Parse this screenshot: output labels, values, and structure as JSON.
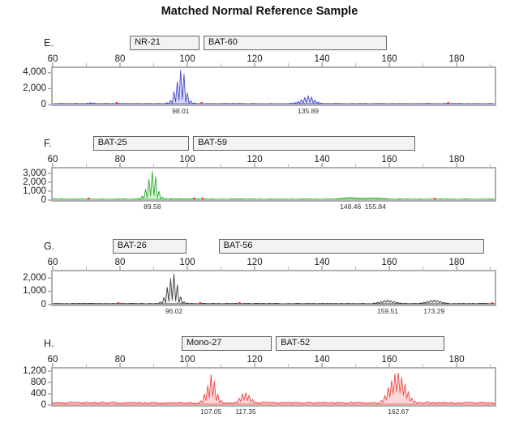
{
  "title": "Matched Normal Reference Sample",
  "x_axis": {
    "min": 60,
    "max": 191.3,
    "major_ticks": [
      60,
      80,
      100,
      120,
      140,
      160,
      180
    ],
    "minor_ticks": [
      70,
      90,
      110,
      130,
      150,
      170,
      190
    ]
  },
  "palette": {
    "blue": "#4949cf",
    "green": "#2fae2f",
    "black": "#3c3c3c",
    "red": "#ee4b4b",
    "artifact_dot": "#ff1f1f"
  },
  "chart_data": [
    {
      "type": "area",
      "panel_label": "E.",
      "dye": "blue",
      "color": "#4949cf",
      "fill": "rgba(110,110,225,0.28)",
      "markers": [
        {
          "name": "NR-21",
          "range": [
            82.9,
            103.6
          ]
        },
        {
          "name": "BAT-60",
          "range": [
            104.8,
            159.3
          ]
        }
      ],
      "y_axis": {
        "ticks": [
          0,
          2000,
          4000
        ],
        "tick_labels": [
          "0",
          "2,000",
          "4,000"
        ],
        "max": 4600
      },
      "peaks": [
        {
          "label": "98.01",
          "x0": 94.01,
          "spacing": 1,
          "valley": 0.15,
          "heights": [
            130,
            450,
            1600,
            2900,
            4400,
            3900,
            1400,
            380,
            110
          ]
        },
        {
          "label": "135.89",
          "x0": 130.89,
          "spacing": 1,
          "valley": 0.2,
          "heights": [
            80,
            150,
            300,
            520,
            820,
            1060,
            900,
            480,
            230,
            90
          ]
        },
        {
          "label": "",
          "x0": 70.3,
          "spacing": 1,
          "valley": 0.4,
          "heights": [
            70,
            130,
            90
          ]
        }
      ],
      "artifact_dots": [
        79,
        104.2,
        177.5
      ],
      "noise_rfu": 40,
      "noise_floor": 0
    },
    {
      "type": "area",
      "panel_label": "F.",
      "dye": "green",
      "color": "#2fae2f",
      "fill": "rgba(100,210,100,0.22)",
      "markers": [
        {
          "name": "BAT-25",
          "range": [
            72.0,
            100.5
          ]
        },
        {
          "name": "BAT-59",
          "range": [
            101.7,
            167.6
          ]
        }
      ],
      "y_axis": {
        "ticks": [
          0,
          1000,
          2000,
          3000
        ],
        "tick_labels": [
          "0",
          "1,000",
          "2,000",
          "3,000"
        ],
        "max": 3550
      },
      "peaks": [
        {
          "label": "89.58",
          "x0": 85.58,
          "spacing": 1,
          "valley": 0.15,
          "heights": [
            110,
            380,
            1200,
            2400,
            3300,
            2700,
            950,
            260,
            80
          ]
        },
        {
          "label": "148.46",
          "x0": 143.46,
          "spacing": 1,
          "valley": 0.5,
          "heights": [
            45,
            75,
            115,
            175,
            235,
            255,
            225,
            185,
            155,
            135
          ]
        },
        {
          "label": "155.84",
          "x0": 152.84,
          "spacing": 1,
          "valley": 0.5,
          "heights": [
            145,
            165,
            185,
            205,
            170,
            140,
            100,
            60,
            35
          ]
        },
        {
          "label": "",
          "x0": 94.0,
          "spacing": 1.2,
          "valley": 0.6,
          "heights": [
            45,
            65,
            45,
            75,
            50,
            70,
            45,
            60,
            40
          ]
        }
      ],
      "artifact_dots": [
        70.7,
        102.0,
        104.5,
        173.5
      ],
      "noise_rfu": 45,
      "noise_floor": 0
    },
    {
      "type": "area",
      "panel_label": "G.",
      "dye": "black",
      "color": "#3c3c3c",
      "fill": "rgba(40,40,40,0.05)",
      "markers": [
        {
          "name": "BAT-26",
          "range": [
            77.8,
            99.8
          ]
        },
        {
          "name": "BAT-56",
          "range": [
            109.3,
            188.2
          ]
        }
      ],
      "y_axis": {
        "ticks": [
          0,
          1000,
          2000
        ],
        "tick_labels": [
          "0",
          "1,000",
          "2,000"
        ],
        "max": 2500
      },
      "peaks": [
        {
          "label": "96.02",
          "x0": 92.02,
          "spacing": 1,
          "valley": 0.15,
          "heights": [
            150,
            500,
            1300,
            2000,
            2350,
            1500,
            550,
            170,
            60
          ]
        },
        {
          "label": "159.51",
          "x0": 155.51,
          "spacing": 1,
          "valley": 0.45,
          "heights": [
            60,
            110,
            180,
            250,
            300,
            250,
            180,
            110,
            60
          ]
        },
        {
          "label": "173.29",
          "x0": 169.29,
          "spacing": 1,
          "valley": 0.45,
          "heights": [
            60,
            120,
            200,
            270,
            310,
            260,
            190,
            120,
            60
          ]
        }
      ],
      "artifact_dots": [
        79.5,
        103.8,
        115.5,
        190.5
      ],
      "noise_rfu": 40,
      "noise_floor": 0
    },
    {
      "type": "area",
      "panel_label": "H.",
      "dye": "red",
      "color": "#ee4b4b",
      "fill": "rgba(250,120,120,0.3)",
      "markers": [
        {
          "name": "Mono-27",
          "range": [
            98.3,
            125.1
          ]
        },
        {
          "name": "BAT-52",
          "range": [
            126.3,
            176.4
          ]
        }
      ],
      "y_axis": {
        "ticks": [
          0,
          400,
          800,
          1200
        ],
        "tick_labels": [
          "0",
          "400",
          "800",
          "1,200"
        ],
        "max": 1290
      },
      "peaks": [
        {
          "label": "107.05",
          "x0": 104.05,
          "spacing": 1,
          "valley": 0.3,
          "heights": [
            130,
            380,
            700,
            1100,
            850,
            380,
            140
          ]
        },
        {
          "label": "117.35",
          "x0": 114.35,
          "spacing": 1,
          "valley": 0.35,
          "heights": [
            90,
            230,
            390,
            430,
            340,
            190,
            90
          ]
        },
        {
          "label": "162.67",
          "x0": 157.67,
          "spacing": 1,
          "valley": 0.4,
          "heights": [
            140,
            330,
            620,
            880,
            1120,
            1160,
            1000,
            760,
            470,
            230,
            110
          ]
        }
      ],
      "artifact_dots": [],
      "noise_rfu": 70,
      "noise_floor": 20
    }
  ]
}
